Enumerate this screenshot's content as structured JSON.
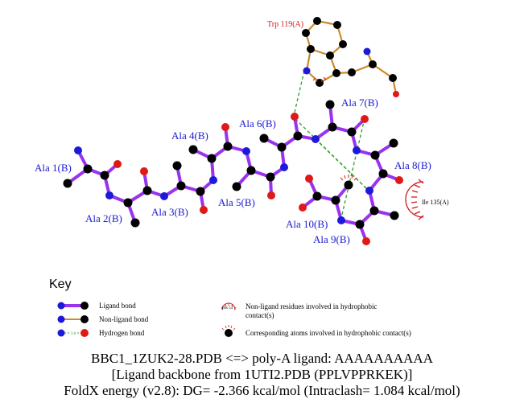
{
  "residue_labels": {
    "ala1": "Ala 1(B)",
    "ala2": "Ala 2(B)",
    "ala3": "Ala 3(B)",
    "ala4": "Ala 4(B)",
    "ala5": "Ala 5(B)",
    "ala6": "Ala 6(B)",
    "ala7": "Ala 7(B)",
    "ala8": "Ala 8(B)",
    "ala9": "Ala 9(B)",
    "ala10": "Ala 10(B)"
  },
  "hydrophobic_labels": {
    "trp119": "Trp 119(A)",
    "ile135": "Ile 135(A)"
  },
  "key": {
    "title": "Key",
    "ligand_bond": "Ligand bond",
    "nonligand_bond": "Non-ligand bond",
    "hydrogen_bond": "Hydrogen bond",
    "hbond_distance": "3.0",
    "hydrophobic_example": "His 53",
    "hydrophobic_line1": "Non-ligand residues involved in hydrophobic",
    "hydrophobic_line2": "contact(s)",
    "corresponding_atoms": "Corresponding atoms involved in hydrophobic contact(s)"
  },
  "footer": {
    "line1": "BBC1_1ZUK2-28.PDB <=> poly-A ligand: AAAAAAAAAA",
    "line2": "[Ligand backbone from 1UTI2.PDB (PPLVPPRKEK)]",
    "line3": "FoldX energy (v2.8): DG= -2.366 kcal/mol (Intraclash= 1.084 kcal/mol)"
  },
  "colors": {
    "ligand_bond": "#9933ee",
    "nonligand_bond": "#cc8a2a",
    "hydrogen_bond": "#2aa12a",
    "carbon": "#000000",
    "nitrogen": "#1a1ad8",
    "oxygen": "#e01818",
    "label": "#1a1ad0",
    "hydrophobic": "#d21a1a"
  }
}
